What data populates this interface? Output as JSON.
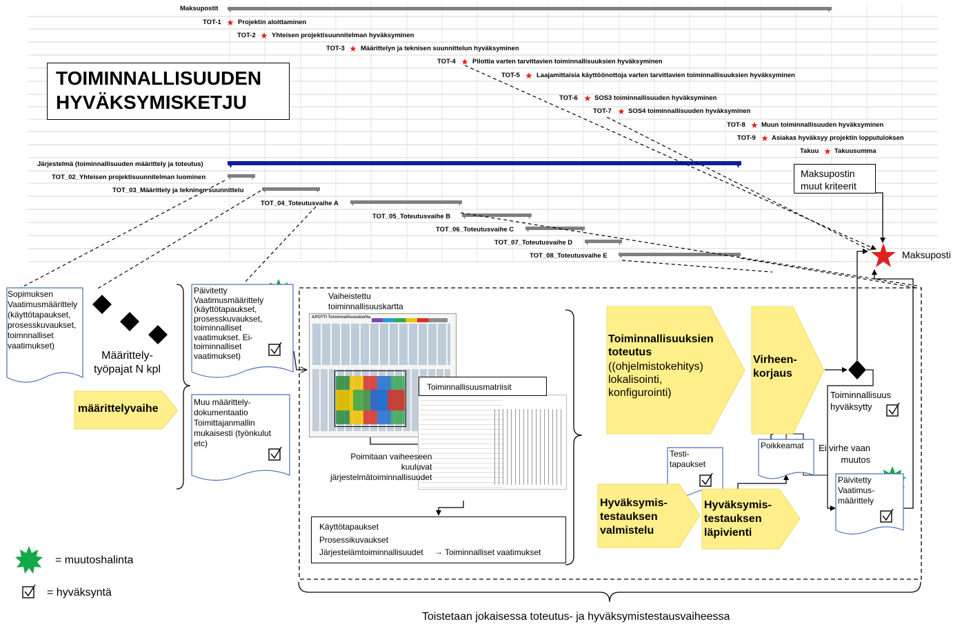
{
  "colors": {
    "accent_blue": "#0a1f9a",
    "bar_gray": "#7f7f7f",
    "star_red": "#e11f1f",
    "burst_green": "#13a84a",
    "arrow_yellow": "#ffef8a",
    "doc_border": "#4a6fb5"
  },
  "title": {
    "line1": "TOIMINNALLISUUDEN",
    "line2": "HYVÄKSYMISKETJU"
  },
  "maksupostit_label": "Maksupostit",
  "milestones": [
    {
      "code": "TOT-1",
      "label": "Projektin aloittaminen"
    },
    {
      "code": "TOT-2",
      "label": "Yhteisen projektisuunnitelman hyväksyminen"
    },
    {
      "code": "TOT-3",
      "label": "Määrittelyn ja teknisen suunnittelun hyväksyminen"
    },
    {
      "code": "TOT-4",
      "label": "Pilottia varten tarvittavien toiminnallisuuksien hyväksyminen"
    },
    {
      "code": "TOT-5",
      "label": "Laajamittaisia käyttöönottoja varten tarvittavien toiminnallisuuksien hyväksyminen"
    },
    {
      "code": "TOT-6",
      "label": "SOS3 toiminnallisuuden hyväksyminen"
    },
    {
      "code": "TOT-7",
      "label": "SOS4 toiminnallisuuden hyväksyminen"
    },
    {
      "code": "TOT-8",
      "label": "Muun toiminnallisuuden hyväksyminen"
    },
    {
      "code": "TOT-9",
      "label": "Asiakas hyväksyy projektin lopputuloksen"
    },
    {
      "code": "Takuu",
      "label": "Takuusumma"
    }
  ],
  "tasks": [
    {
      "label": "Järjestelmä (toiminnallisuuden määrittely ja toteutus)"
    },
    {
      "label": "TOT_02_Yhteisen projektisuunnitelman luominen"
    },
    {
      "label": "TOT_03_Määrittely ja tekninen suunnittelu"
    },
    {
      "label": "TOT_04_Toteutusvaihe A"
    },
    {
      "label": "TOT_05_Toteutusvaihe B"
    },
    {
      "label": "TOT_06_Toteutusvaihe C"
    },
    {
      "label": "TOT_07_Toteutusvaihe D"
    },
    {
      "label": "TOT_08_Toteutusvaihe E"
    }
  ],
  "maksupostin_muut": "Maksupostin\nmuut kriteerit",
  "maksuposti": "Maksuposti",
  "docs": {
    "sopimuksen": "Sopimuksen\nVaatimusmäärittely\n(käyttötapaukset,\nprosesskuvaukset,\ntoimnnalliset\nvaatimukset)",
    "paivitetty": "Päivitetty\nVaatimusmäärittely\n(käyttötapaukset,\nprosesskuvaukset,\ntoiminnalliset\nvaatimukset. Ei-\ntoiminnalliset\nvaatimukset)",
    "muu": "Muu määrittely-\ndokumentaatio\nToimittajanmallin\nmukaisesti (työnkulut\netc)",
    "testi": "Testi-\ntapaukset",
    "poikkeamat": "Poikkeamat",
    "paivitetty2": "Päivitetty\nVaatimus-\nmäärittely"
  },
  "workshops": "Määrittely-\ntyöpajat N kpl",
  "phase": "määrittelyvaihe",
  "vaiheistettu": "Vaiheistettu\ntoiminnallisuuskartta",
  "matriisit": "Toiminnallisuusmatriisit",
  "poimitaan": "Poimitaan vaiheeseen\nkuuluvat\njärjestelmätoiminnallisuudet",
  "usecases": {
    "l1": "Käyttötapaukset",
    "l2": "Prosessikuvaukset",
    "l3": "Järjestelämtoiminnallisuudet",
    "arrow": "→",
    "l4": "Toiminnalliset  vaatimukset"
  },
  "impl": {
    "bold": "Toiminnallisuuksien\ntoteutus",
    "normal": "((ohjelmistokehitys)\nlokalisointi,\nkonfigurointi)"
  },
  "virheen": "Virheen-\nkorjaus",
  "hyv_valmistelu": "Hyväksymis-\ntestauksen\nvalmistelu",
  "hyv_lapivienti": "Hyväksymis-\ntestauksen\nläpivienti",
  "toim_hyvaksytty": "Toiminnallisuus\nhyväksytty",
  "ei_virhe": "Ei virhe vaan\nmuutos",
  "legend": {
    "change": "= muutoshalinta",
    "approval": "= hyväksyntä"
  },
  "footer": "Toistetaan jokaisessa toteutus- ja hyväksymistestausvaiheessa",
  "thumb_header": "APOTTI Toiminnallisuuskartta"
}
